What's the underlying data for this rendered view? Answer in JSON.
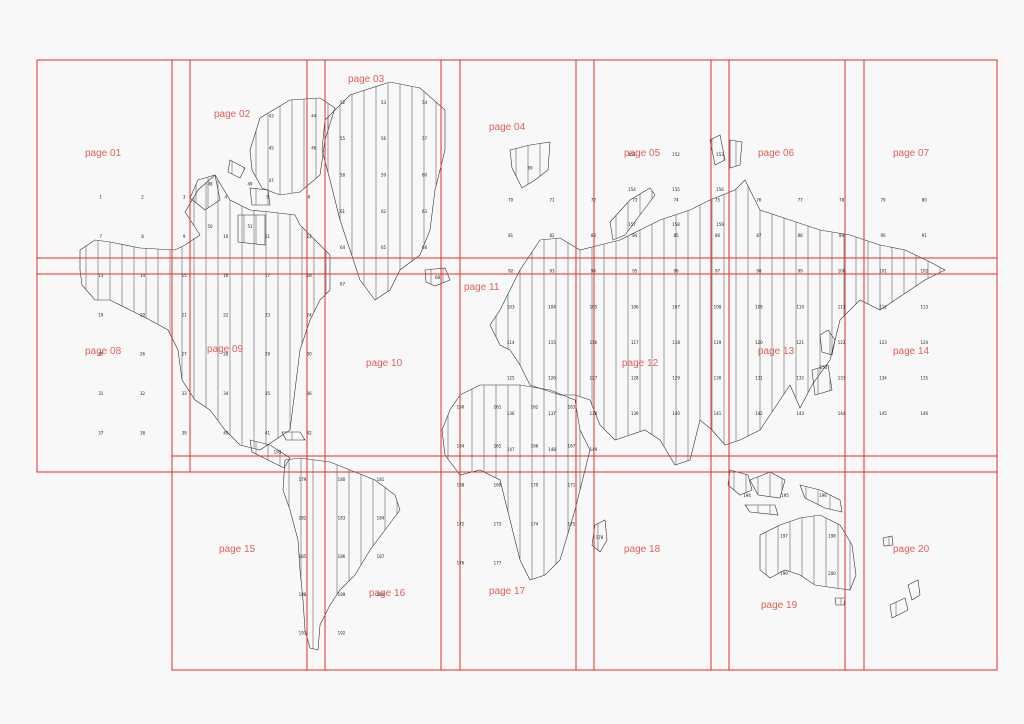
{
  "pages": [
    {
      "id": "page-01",
      "label": "page 01"
    },
    {
      "id": "page-02",
      "label": "page 02"
    },
    {
      "id": "page-03",
      "label": "page 03"
    },
    {
      "id": "page-04",
      "label": "page 04"
    },
    {
      "id": "page-05",
      "label": "page 05"
    },
    {
      "id": "page-06",
      "label": "page 06"
    },
    {
      "id": "page-07",
      "label": "page 07"
    },
    {
      "id": "page-08",
      "label": "page 08"
    },
    {
      "id": "page-09",
      "label": "page 09"
    },
    {
      "id": "page-10",
      "label": "page 10"
    },
    {
      "id": "page-11",
      "label": "page 11"
    },
    {
      "id": "page-12",
      "label": "page 12"
    },
    {
      "id": "page-13",
      "label": "page 13"
    },
    {
      "id": "page-14",
      "label": "page 14"
    },
    {
      "id": "page-15",
      "label": "page 15"
    },
    {
      "id": "page-16",
      "label": "page 16"
    },
    {
      "id": "page-17",
      "label": "page 17"
    },
    {
      "id": "page-18",
      "label": "page 18"
    },
    {
      "id": "page-19",
      "label": "page 19"
    },
    {
      "id": "page-20",
      "label": "page 20"
    }
  ],
  "region_numbers": [
    "1",
    "2",
    "3",
    "4",
    "5",
    "6",
    "7",
    "8",
    "9",
    "10",
    "11",
    "12",
    "13",
    "14",
    "15",
    "16",
    "17",
    "18",
    "19",
    "20",
    "21",
    "22",
    "23",
    "24",
    "25",
    "26",
    "27",
    "28",
    "29",
    "30",
    "31",
    "32",
    "33",
    "34",
    "35",
    "36",
    "37",
    "38",
    "39",
    "40",
    "41",
    "42",
    "43",
    "44",
    "45",
    "46",
    "47",
    "48",
    "49",
    "50",
    "51",
    "52",
    "53",
    "54",
    "55",
    "56",
    "57",
    "58",
    "59",
    "60",
    "61",
    "62",
    "63",
    "64",
    "65",
    "66",
    "67",
    "68",
    "69",
    "70",
    "71",
    "72",
    "73",
    "74",
    "75",
    "76",
    "77",
    "78",
    "79",
    "80",
    "81",
    "82",
    "83",
    "84",
    "85",
    "86",
    "87",
    "88",
    "89",
    "90",
    "91",
    "92",
    "93",
    "94",
    "95",
    "96",
    "97",
    "98",
    "99",
    "100",
    "101",
    "102",
    "103",
    "104",
    "105",
    "106",
    "107",
    "108",
    "109",
    "110",
    "111",
    "112",
    "113",
    "114",
    "115",
    "116",
    "117",
    "118",
    "119",
    "120",
    "121",
    "122",
    "123",
    "124",
    "125",
    "126",
    "127",
    "128",
    "129",
    "130",
    "131",
    "132",
    "133",
    "134",
    "135",
    "136",
    "137",
    "138",
    "139",
    "140",
    "141",
    "142",
    "143",
    "144",
    "145",
    "146",
    "147",
    "148",
    "149",
    "150",
    "151",
    "152",
    "153",
    "154",
    "155",
    "156",
    "157",
    "158",
    "159",
    "160",
    "161",
    "162",
    "163",
    "164",
    "165",
    "166",
    "167",
    "168",
    "169",
    "170",
    "171",
    "172",
    "173",
    "174",
    "175",
    "176",
    "177",
    "178",
    "179",
    "180",
    "181",
    "182",
    "183",
    "184",
    "185",
    "186",
    "187",
    "188",
    "189",
    "190",
    "191",
    "192",
    "193",
    "194",
    "195",
    "196",
    "197",
    "198",
    "199",
    "200"
  ],
  "colors": {
    "background": "#f8f8f8",
    "grid_stroke": "#e32b2b",
    "page_label": "#e0605a",
    "land_stroke": "#333333"
  }
}
